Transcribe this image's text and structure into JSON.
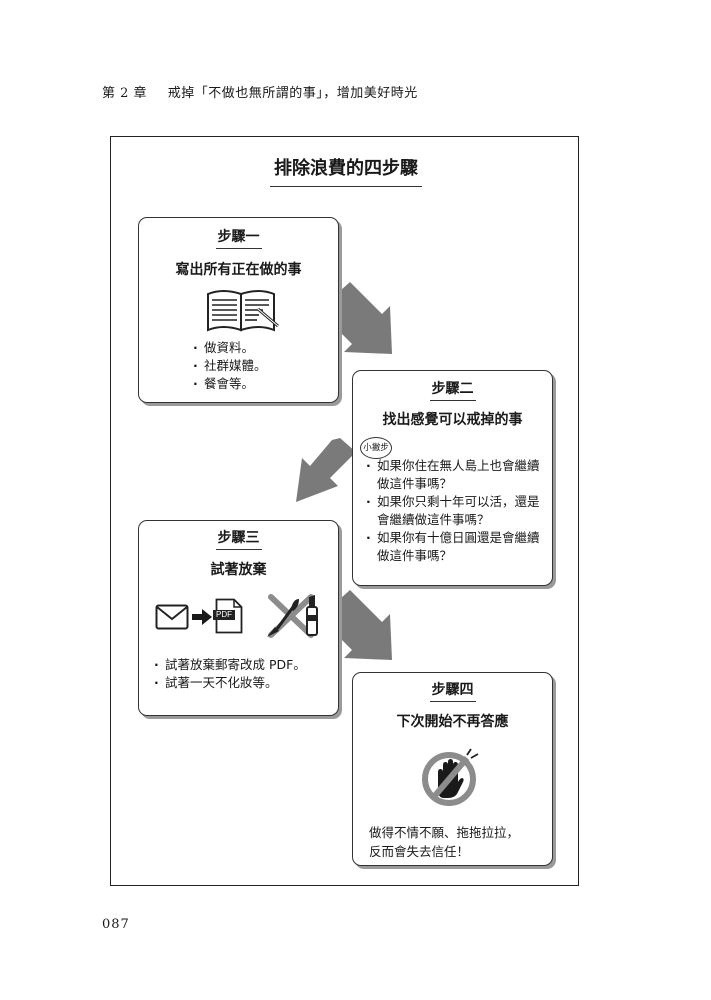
{
  "header": {
    "chapter": "第 2 章",
    "title": "戒掉「不做也無所謂的事」，增加美好時光"
  },
  "page_number": "087",
  "diagram": {
    "title": "排除浪費的四步驟",
    "step1": {
      "label": "步驟一",
      "heading": "寫出所有正在做的事",
      "items": [
        "做資料。",
        "社群媒體。",
        "餐會等。"
      ]
    },
    "step2": {
      "label": "步驟二",
      "heading": "找出感覺可以戒掉的事",
      "tip": "小撇步",
      "items": [
        "如果你住在無人島上也會繼續做這件事嗎？",
        "如果你只剩十年可以活，還是會繼續做這件事嗎？",
        "如果你有十億日圓還是會繼續做這件事嗎？"
      ]
    },
    "step3": {
      "label": "步驟三",
      "heading": "試著放棄",
      "pdf_tag": "PDF",
      "items": [
        "試著放棄郵寄改成 PDF。",
        "試著一天不化妝等。"
      ]
    },
    "step4": {
      "label": "步驟四",
      "heading": "下次開始不再答應",
      "note_line1": "做得不情不願、拖拖拉拉，",
      "note_line2": "反而會失去信任！"
    }
  },
  "colors": {
    "arrow": "#7a7a7a",
    "shadow": "#9a9a9a",
    "stop_sign": "#8c8c8c"
  }
}
